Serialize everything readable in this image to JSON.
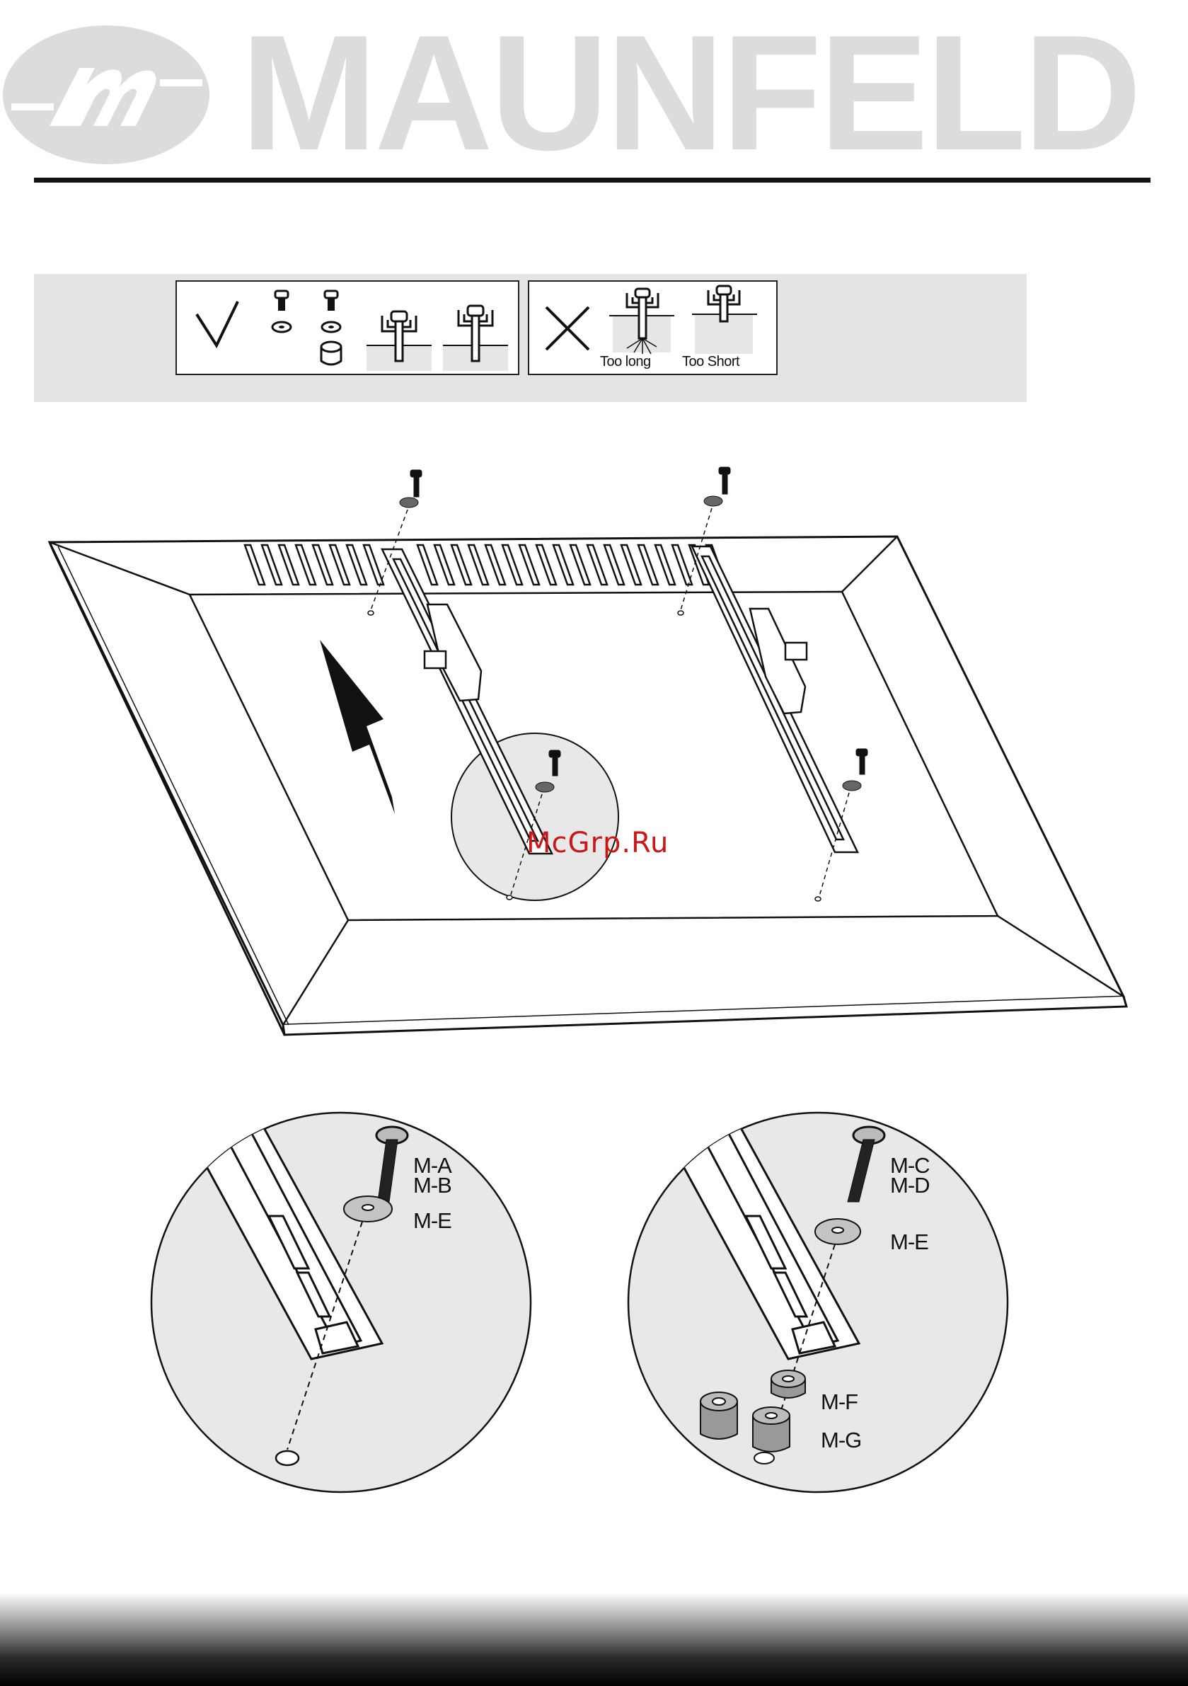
{
  "brand": {
    "name": "MAUNFELD",
    "logo_text": "M"
  },
  "screw_guide": {
    "too_long": "Too long",
    "too_short": "Too Short"
  },
  "watermark": "McGrp.Ru",
  "detail_left": {
    "labels": [
      "M-A",
      "M-B",
      "M-E"
    ]
  },
  "detail_right": {
    "labels": [
      "M-C",
      "M-D",
      "M-E",
      "M-F",
      "M-G"
    ]
  },
  "colors": {
    "logo_gray": "#dcdcdc",
    "band_gray": "#e4e4e4",
    "watermark_red": "#c81818"
  }
}
